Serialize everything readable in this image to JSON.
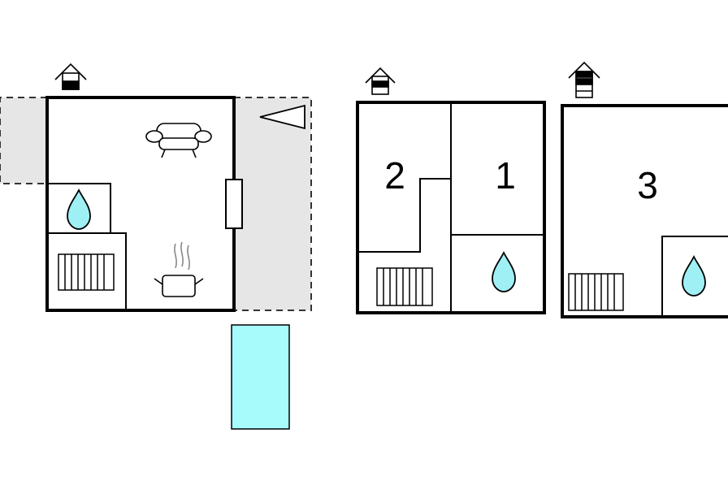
{
  "floorplan": {
    "rooms": [
      {
        "label": "2"
      },
      {
        "label": "1"
      },
      {
        "label": "3"
      }
    ],
    "icons": {
      "ground_floor": "house-floor-0-icon",
      "first_floor": "house-floor-1-icon",
      "second_floor": "house-floor-2-icon",
      "sofa": "sofa-icon",
      "cooking_pot": "cooking-pot-icon",
      "water_drop": "water-drop-icon",
      "radiator": "radiator-icon",
      "compass_pointer": "triangle-pointer-icon"
    },
    "colors": {
      "wall": "#000000",
      "terrace": "#e6e6e6",
      "pool": "#a8fbfb",
      "water": "#9ff0f5"
    }
  }
}
